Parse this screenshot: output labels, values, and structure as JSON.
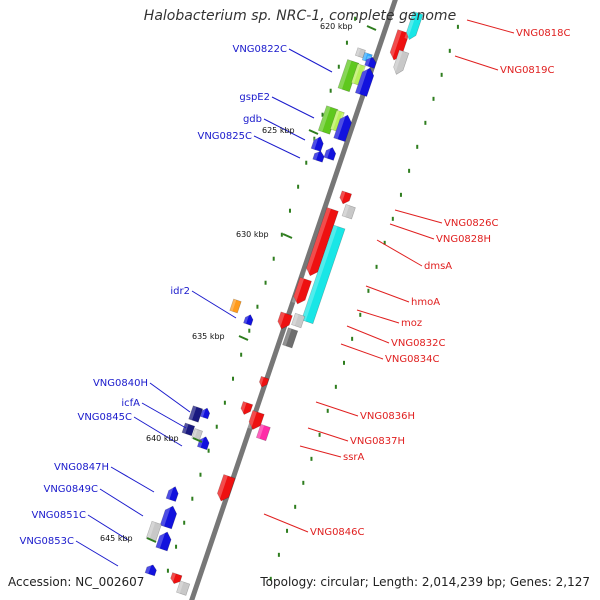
{
  "title": "Halobacterium sp. NRC-1, complete genome",
  "footer": {
    "accession": "Accession: NC_002607",
    "topology": "Topology: circular; Length: 2,014,239 bp; Genes: 2,127"
  },
  "colors": {
    "left_label": "#1a1acc",
    "right_label": "#e02020",
    "backbone": "#777777",
    "tick": "#2e7d1e",
    "blue": "#1212dd",
    "red": "#ee1111",
    "cyan": "#19e6e6",
    "gray": "#c8c8c8",
    "darkgray": "#6e6e6e",
    "green": "#5fc81e",
    "lightgreen": "#b8f05a",
    "orange": "#ff9a1a",
    "magenta": "#ff2ca8",
    "navy": "#1a1a80",
    "skyblue": "#33aaff"
  },
  "ticks": [
    "620 kbp",
    "625 kbp",
    "630 kbp",
    "635 kbp",
    "640 kbp",
    "645 kbp"
  ],
  "left_labels": [
    "VNG0822C",
    "gspE2",
    "gdb",
    "VNG0825C",
    "idr2",
    "VNG0840H",
    "icfA",
    "VNG0845C",
    "VNG0847H",
    "VNG0849C",
    "VNG0851C",
    "VNG0853C"
  ],
  "right_labels": [
    "VNG0818C",
    "VNG0819C",
    "VNG0826C",
    "VNG0828H",
    "dmsA",
    "hmoA",
    "moz",
    "VNG0832C",
    "VNG0834C",
    "VNG0836H",
    "VNG0837H",
    "ssrA",
    "VNG0846C"
  ]
}
